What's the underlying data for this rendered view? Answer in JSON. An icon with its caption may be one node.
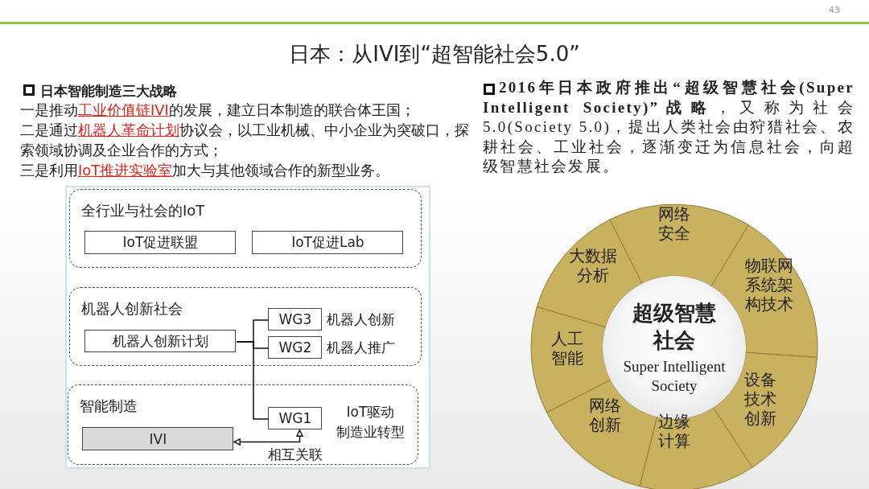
{
  "diagram": {
    "title": "日本：从IVI到“超智能社会5.0”",
    "nodes": [
      {
        "text": [
          "全行业与社会的IoT"
        ]
      },
      {
        "text": [
          "IoT促进联盟"
        ],
        "in": 0
      },
      {
        "text": [
          "IoT促进Lab"
        ],
        "in": 0
      },
      {
        "text": [
          "机器人创新社会"
        ]
      },
      {
        "text": [
          "机器人创新计划"
        ],
        "in": 3
      },
      {
        "text": [
          "WG3"
        ],
        "in": 3,
        "beside": [
          "机器人创新"
        ]
      },
      {
        "text": [
          "WG2"
        ],
        "in": 3,
        "beside": [
          "机器人推广"
        ]
      },
      {
        "text": [
          "智能制造"
        ]
      },
      {
        "text": [
          "IVI"
        ],
        "in": 7
      },
      {
        "text": [
          "WG1"
        ],
        "in": 7,
        "beside": [
          "IoT驱动",
          "制造业转型"
        ]
      },
      {
        "text": [
          "超级智慧社会",
          "Super Intelligent Society"
        ]
      },
      {
        "text": [
          "网络安全"
        ]
      },
      {
        "text": [
          "物联网系统架构技术"
        ]
      },
      {
        "text": [
          "设备技术创新"
        ]
      },
      {
        "text": [
          "边缘计算"
        ]
      },
      {
        "text": [
          "网络创新"
        ]
      },
      {
        "text": [
          "人工智能"
        ]
      },
      {
        "text": [
          "大数据分析"
        ]
      }
    ],
    "edges": [
      {
        "from": 4,
        "to": 5,
        "arrow": "none"
      },
      {
        "from": 4,
        "to": 6,
        "arrow": "none"
      },
      {
        "from": 4,
        "to": 9,
        "arrow": "none"
      },
      {
        "from": 8,
        "to": 9,
        "arrow": "both",
        "label": "相互关联"
      }
    ],
    "labels": [
      "43",
      "日本智能制造三大战略",
      "一是推动**工业价值链IVI**的发展，建立日本制造的联合体王国；",
      "二是通过**机器人革命计划**协议会，以工业机械、中小企业为突破口，探索领域协调及企业合作的方式；",
      "三是利用**IoT推进实验室**加大与其他领域合作的新型业务。",
      "**2016年日本政府推出“超级智慧社会(Super Intelligent Society)”战略**，又称为社会5.0(Society 5.0)，提出人类社会由狩猎社会、农耕社会、工业社会，逐渐变迁为信息社会，向超级智慧社会发展。"
    ]
  }
}
